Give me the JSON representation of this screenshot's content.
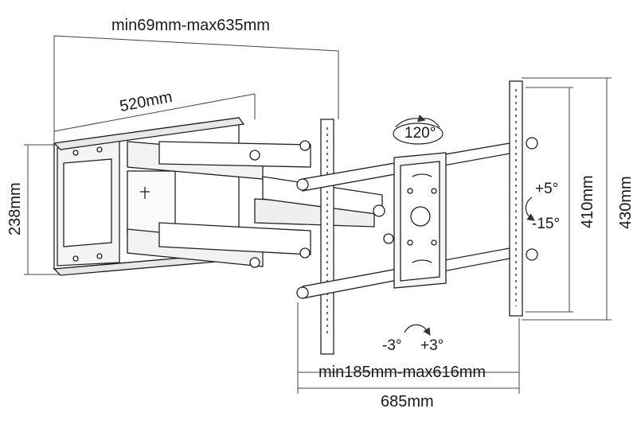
{
  "dimensions": {
    "arm_range": "min69mm-max635mm",
    "arm_length": "520mm",
    "wall_plate_height": "238mm",
    "rail_height_inner": "410mm",
    "rail_height_outer": "430mm",
    "vesa_range": "min185mm-max616mm",
    "total_width": "685mm"
  },
  "angles": {
    "swivel": "120°",
    "tilt_up": "+5°",
    "tilt_down": "-15°",
    "level_minus": "-3°",
    "level_plus": "+3°"
  }
}
